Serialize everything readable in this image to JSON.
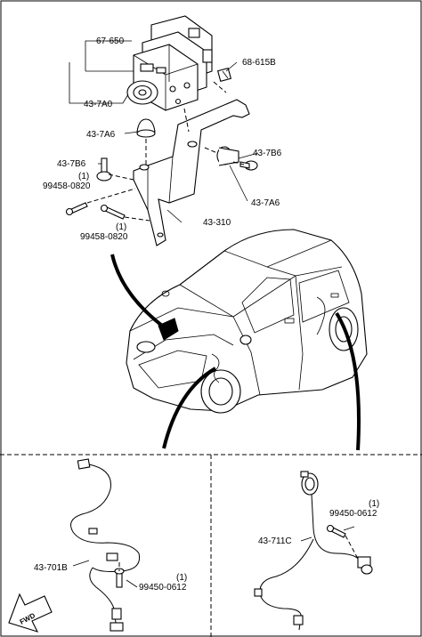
{
  "callouts": {
    "abs_unit": "67-650",
    "relay": "68-615B",
    "hcu": "43-7A0",
    "bushing_top": "43-7A6",
    "bolt_left": "43-7B6",
    "bolt_left_ref": "99458-0820",
    "bolt_left_qty": "(1)",
    "bolt_lower_ref": "99458-0820",
    "bolt_lower_qty": "(1)",
    "bolt_right": "43-7B6",
    "bushing_right": "43-7A6",
    "bracket": "43-310",
    "front_sensor": "43-701B",
    "front_bolt_ref": "99450-0612",
    "front_bolt_qty": "(1)",
    "rear_sensor": "43-711C",
    "rear_bolt_ref": "99450-0612",
    "rear_bolt_qty": "(1)",
    "fwd": "FWD"
  }
}
